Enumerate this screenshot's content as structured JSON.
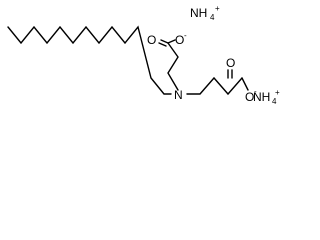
{
  "molecule": {
    "atoms": {
      "nitrogen": "N",
      "oxygen": "O",
      "charge_minus": "-",
      "ammonium_1": {
        "text": "NH",
        "subscript": "4",
        "charge": "+"
      },
      "ammonium_2": {
        "text": "NH",
        "subscript": "4",
        "charge": "+"
      }
    }
  }
}
